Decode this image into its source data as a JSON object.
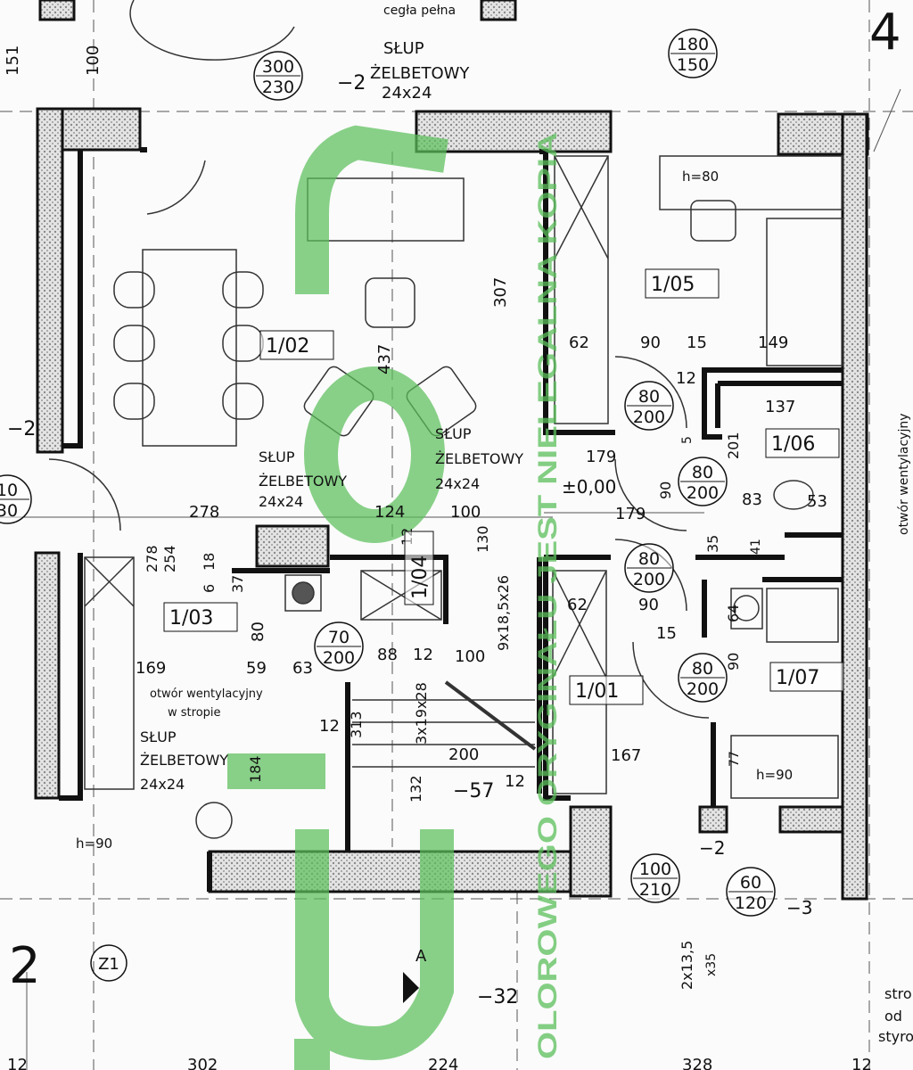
{
  "title": "Rzut parteru",
  "colors": {
    "wall": "#111111",
    "hatch": "#9a9a9a",
    "watermark": "#5cbf5c",
    "paper": "#fbfbfb"
  },
  "watermark_text": "OLOROWEGO ORYGINAŁU JEST NIELEGALNA KOPIA",
  "grid_markers": {
    "left": "2",
    "top_right": "4",
    "zone": "Z1",
    "section": "A"
  },
  "rooms": [
    "1/01",
    "1/02",
    "1/03",
    "1/04",
    "1/05",
    "1/06",
    "1/07"
  ],
  "door_tags": [
    {
      "top": "300",
      "bottom": "230"
    },
    {
      "top": "180",
      "bottom": "150"
    },
    {
      "top": "80",
      "bottom": "200"
    },
    {
      "top": "80",
      "bottom": "200"
    },
    {
      "top": "80",
      "bottom": "200"
    },
    {
      "top": "80",
      "bottom": "200"
    },
    {
      "top": "70",
      "bottom": "200"
    },
    {
      "top": "100",
      "bottom": "210"
    },
    {
      "top": "60",
      "bottom": "120"
    },
    {
      "top": "10",
      "bottom": "30"
    }
  ],
  "labels": [
    "cegła pełna",
    "SŁUP",
    "ŻELBETOWY",
    "24x24",
    "−2",
    "151",
    "100",
    "h=80",
    "307",
    "437",
    "62",
    "90",
    "15",
    "149",
    "12",
    "137",
    "201",
    "5",
    "SŁUP",
    "ŻELBETOWY",
    "24x24",
    "SŁUP",
    "ŻELBETOWY",
    "24x24",
    "179",
    "±0,00",
    "90",
    "83",
    "53",
    "−2",
    "278",
    "124",
    "100",
    "179",
    "12",
    "130",
    "278",
    "254",
    "18",
    "6",
    "35",
    "41",
    "9x18,5x26",
    "37",
    "62",
    "90",
    "64",
    "80",
    "88",
    "12",
    "100",
    "15",
    "90",
    "169",
    "59",
    "63",
    "otwór wentylacyjny",
    "w stropie",
    "313",
    "3x19x28",
    "12",
    "SŁUP",
    "ŻELBETOWY",
    "24x24",
    "184",
    "200",
    "167",
    "77",
    "h=90",
    "12",
    "−57",
    "132",
    "h=90",
    "−2",
    "−3",
    "−32",
    "2x13,5",
    "x35",
    "otwór wentylacyjny",
    "stro",
    "od",
    "styro",
    "12",
    "302",
    "224",
    "328",
    "12"
  ]
}
